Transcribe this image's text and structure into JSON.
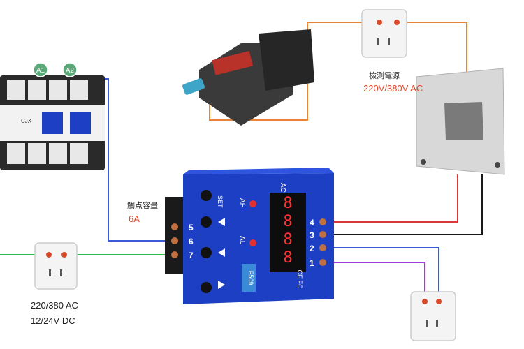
{
  "contactor": {
    "coil_a1": "A1",
    "coil_a2": "A2",
    "brand": "CJX"
  },
  "relay": {
    "set_label": "SET",
    "ac_label": "AC",
    "ah_label": "AH",
    "al_label": "AL",
    "display_digits": [
      "8",
      "8",
      "8",
      "8"
    ],
    "model": "F509",
    "cert": "CE FC",
    "terminals_left": [
      "5",
      "6",
      "7"
    ],
    "terminals_right": [
      "4",
      "3",
      "2",
      "1"
    ]
  },
  "motor": {
    "label": ""
  },
  "socket_top": {
    "label": "檢測電源",
    "voltage": "220V/380V AC"
  },
  "contact_capacity": {
    "label": "觸点容量",
    "value": "6A"
  },
  "supply_bottom_left": {
    "line1": "220/380 AC",
    "line2": "12/24V DC"
  },
  "colors": {
    "relay_blue": "#1d3fc4",
    "wire_orange": "#e8843a",
    "wire_red": "#d83a3a",
    "wire_black": "#1a1a1a",
    "wire_blue": "#3a5ad8",
    "wire_green": "#2bbf4a",
    "wire_purple": "#a03ad8",
    "accent_text": "#e0462a"
  }
}
